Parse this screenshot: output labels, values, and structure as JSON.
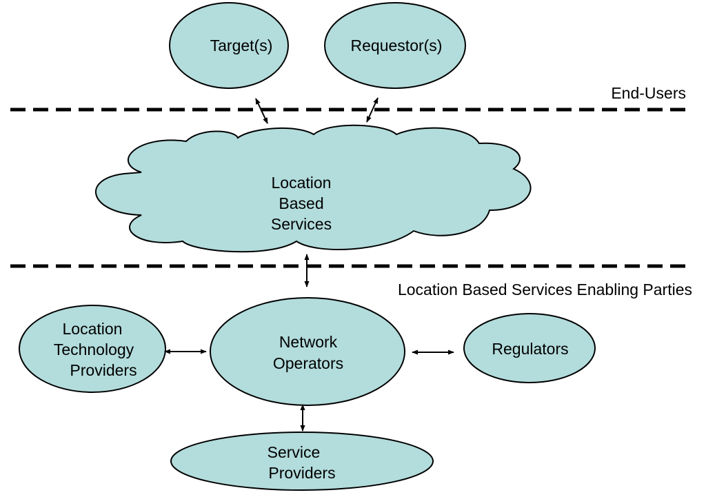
{
  "colors": {
    "node_fill": "#b3dcdc",
    "stroke": "#000000",
    "background": "#ffffff"
  },
  "layers": {
    "end_users": "End-Users",
    "enabling_parties": "Location Based Services Enabling Parties"
  },
  "nodes": {
    "targets": "Target(s)",
    "requestors": "Requestor(s)",
    "lbs": [
      "Location",
      "Based",
      "Services"
    ],
    "location_tech": [
      "Location",
      "Technology",
      "Providers"
    ],
    "network_operators": [
      "Network",
      "Operators"
    ],
    "regulators": "Regulators",
    "service_providers": [
      "Service",
      "Providers"
    ]
  }
}
